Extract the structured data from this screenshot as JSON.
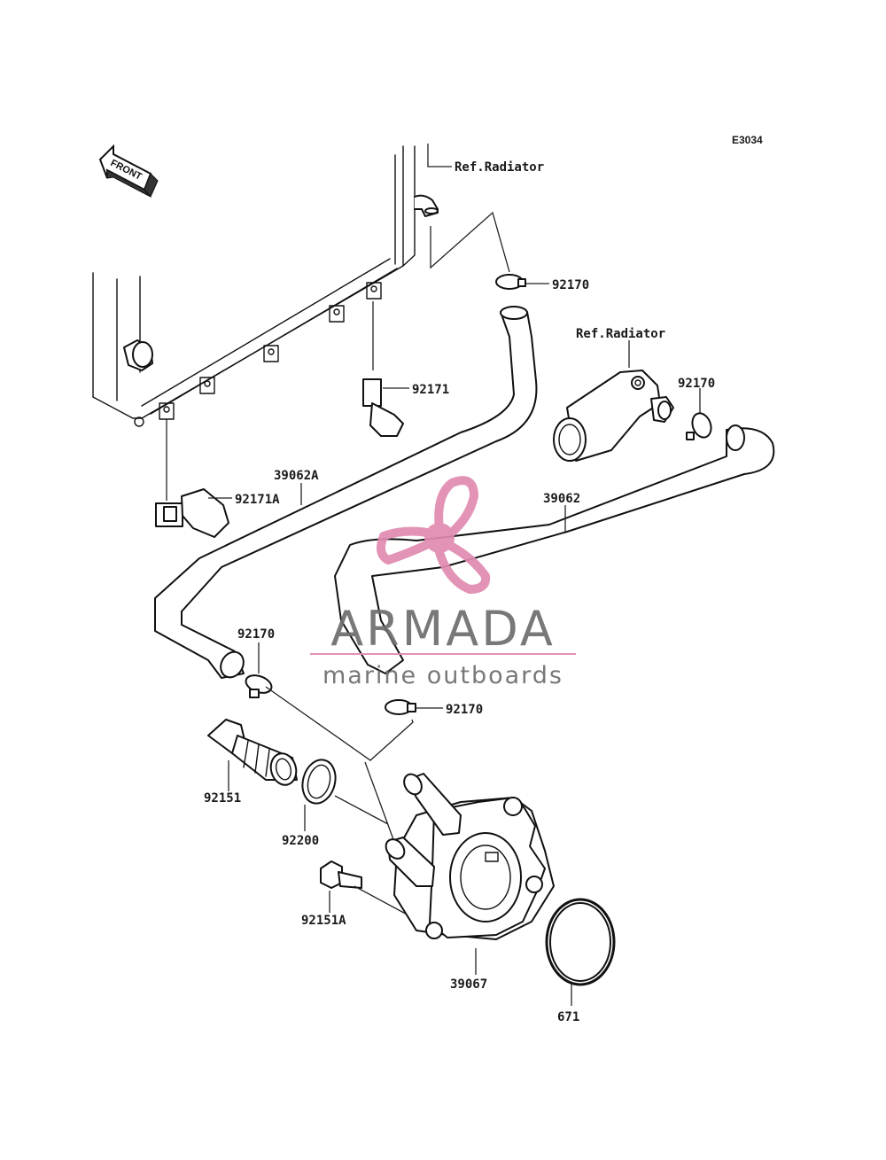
{
  "diagram_code": "E3034",
  "front_label": "FRONT",
  "watermark": {
    "name": "ARMADA",
    "tagline": "marine outboards",
    "accent_color": "#e08ab0"
  },
  "references": {
    "top": "Ref.Radiator",
    "right": "Ref.Radiator"
  },
  "labels": {
    "clamp_top": "92170",
    "clamp_right": "92170",
    "clamp_left": "92170",
    "clamp_mid": "92170",
    "clip_upper": "92171",
    "clip_lower": "92171A",
    "hose_left": "39062A",
    "hose_right": "39062",
    "fitting": "92151",
    "oring_small": "92200",
    "bolt": "92151A",
    "cooler": "39067",
    "oring_large": "671"
  }
}
